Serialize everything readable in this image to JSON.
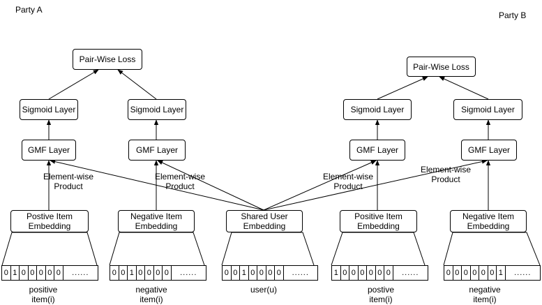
{
  "party_a": "Party A",
  "party_b": "Party B",
  "party_a_diagram": {
    "loss": "Pair-Wise Loss",
    "sigmoid_left": "Sigmoid Layer",
    "sigmoid_right": "Sigmoid Layer",
    "gmf_left": "GMF Layer",
    "gmf_right": "GMF Layer",
    "product_left": "Element-wise\nProduct",
    "product_right": "Element-wise\nProduct",
    "pos_embedding": "Postive  Item\nEmbedding",
    "neg_embedding": "Negative Item\nEmbedding",
    "pos_vector": [
      "0",
      "1",
      "0",
      "0",
      "0",
      "0",
      "0",
      "......"
    ],
    "neg_vector": [
      "0",
      "0",
      "1",
      "0",
      "0",
      "0",
      "0",
      "......"
    ],
    "pos_caption": "positive\nitem(i)",
    "neg_caption": "negative\nitem(i)"
  },
  "shared": {
    "user_embedding": "Shared User\nEmbedding",
    "user_vector": [
      "0",
      "0",
      "1",
      "0",
      "0",
      "0",
      "0",
      "......"
    ],
    "user_caption": "user(u)"
  },
  "party_b_diagram": {
    "loss": "Pair-Wise Loss",
    "sigmoid_left": "Sigmoid Layer",
    "sigmoid_right": "Sigmoid Layer",
    "gmf_left": "GMF Layer",
    "gmf_right": "GMF Layer",
    "product_left": "Element-wise\nProduct",
    "product_right": "Element-wise\nProduct",
    "pos_embedding": "Positive  Item\nEmbedding",
    "neg_embedding": "Negative Item\nEmbedding",
    "pos_vector": [
      "1",
      "0",
      "0",
      "0",
      "0",
      "0",
      "0",
      "......"
    ],
    "neg_vector": [
      "0",
      "0",
      "0",
      "0",
      "0",
      "0",
      "1",
      "......"
    ],
    "pos_caption": "postive\nitem(i)",
    "neg_caption": "negative\nitem(i)"
  }
}
